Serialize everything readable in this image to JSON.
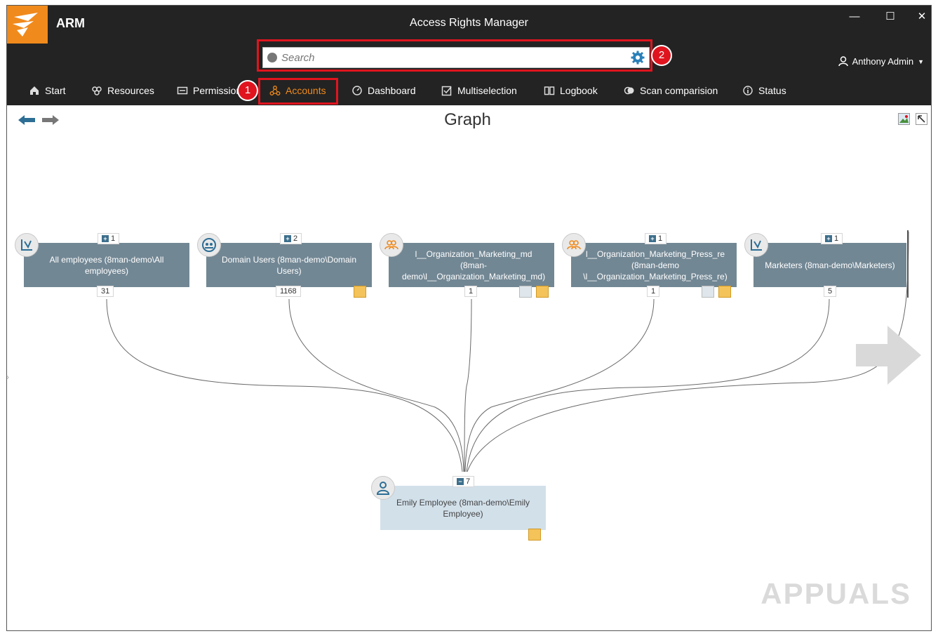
{
  "app": {
    "name": "ARM",
    "window_title": "Access Rights Manager"
  },
  "window_controls": {
    "minimize": "—",
    "maximize": "☐",
    "close": "✕"
  },
  "search": {
    "placeholder": "Search"
  },
  "user": {
    "name": "Anthony Admin"
  },
  "nav": [
    {
      "label": "Start",
      "icon": "home-icon"
    },
    {
      "label": "Resources",
      "icon": "resources-icon"
    },
    {
      "label": "Permission",
      "icon": "permission-icon"
    },
    {
      "label": "Accounts",
      "icon": "accounts-icon",
      "active": true
    },
    {
      "label": "Dashboard",
      "icon": "dashboard-icon"
    },
    {
      "label": "Multiselection",
      "icon": "checkbox-icon"
    },
    {
      "label": "Logbook",
      "icon": "book-icon"
    },
    {
      "label": "Scan comparision",
      "icon": "scan-icon"
    },
    {
      "label": "Status",
      "icon": "info-icon"
    }
  ],
  "annotations": {
    "one": "1",
    "two": "2"
  },
  "graph": {
    "title": "Graph",
    "groups": [
      {
        "name": "All employees (8man-demo\\All employees)",
        "top_count": "1",
        "member_count": "31"
      },
      {
        "name": "Domain Users (8man-demo\\Domain Users)",
        "top_count": "2",
        "member_count": "1168"
      },
      {
        "name": "l__Organization_Marketing_md (8man-demo\\l__Organization_Marketing_md)",
        "member_count": "1"
      },
      {
        "name": "l__Organization_Marketing_Press_re (8man-demo \\l__Organization_Marketing_Press_re)",
        "top_count": "1",
        "member_count": "1"
      },
      {
        "name": "Marketers (8man-demo\\Marketers)",
        "top_count": "1",
        "member_count": "5"
      }
    ],
    "selected": {
      "name": "Emily Employee (8man-demo\\Emily Employee)",
      "count": "7"
    }
  },
  "watermark": "APPUALS",
  "colors": {
    "accent": "#f08a1c",
    "annotation_red": "#e0141e",
    "node": "#728794",
    "node_selected": "#d2e0ea"
  }
}
